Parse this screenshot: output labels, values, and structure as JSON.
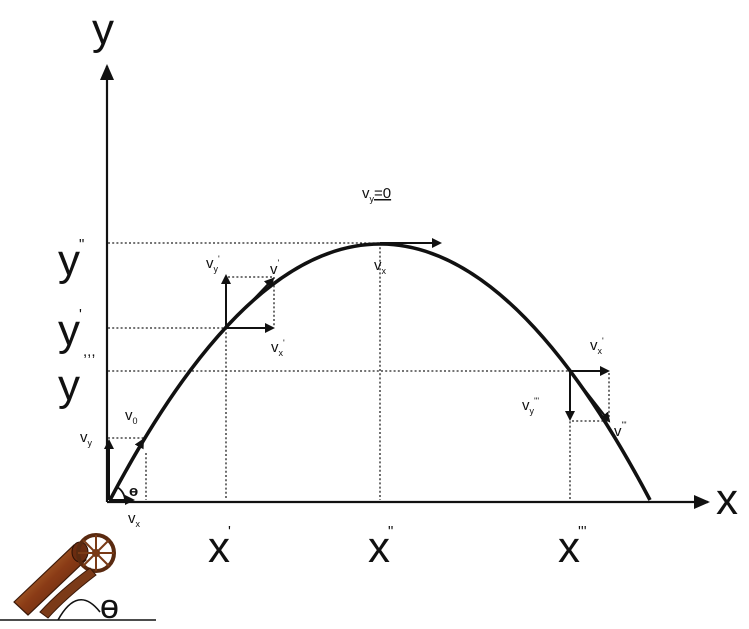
{
  "axes": {
    "y_label": "y",
    "x_label": "x",
    "y_ticks": [
      {
        "main": "y",
        "sup": "\"",
        "level": "top"
      },
      {
        "main": "y",
        "sup": "'",
        "level": "mid"
      },
      {
        "main": "y",
        "sup": ",,,",
        "level": "low"
      }
    ],
    "x_ticks": [
      {
        "main": "x",
        "sup": "'"
      },
      {
        "main": "x",
        "sup": "\""
      },
      {
        "main": "x",
        "sup": "'''"
      }
    ]
  },
  "labels": {
    "v0": {
      "main": "v",
      "sub": "0"
    },
    "vy_start": {
      "main": "v",
      "sub": "y"
    },
    "vx_start": {
      "main": "v",
      "sub": "x"
    },
    "theta": "ɵ",
    "vy1": {
      "main": "v",
      "sub": "y",
      "sup": "'"
    },
    "v1": {
      "main": "v",
      "sup": "'"
    },
    "vx1": {
      "main": "v",
      "sub": "x",
      "sup": "'"
    },
    "vy_zero": {
      "main": "v",
      "sub": "y",
      "rest": "=0"
    },
    "vx_top": {
      "main": "v",
      "sub": "x"
    },
    "vx3": {
      "main": "v",
      "sub": "x",
      "sup": "'"
    },
    "vy3": {
      "main": "v",
      "sub": "y",
      "sup": "'''"
    },
    "v3": {
      "main": "v",
      "sup": "'''"
    }
  },
  "cannon": {
    "theta": "ɵ"
  }
}
